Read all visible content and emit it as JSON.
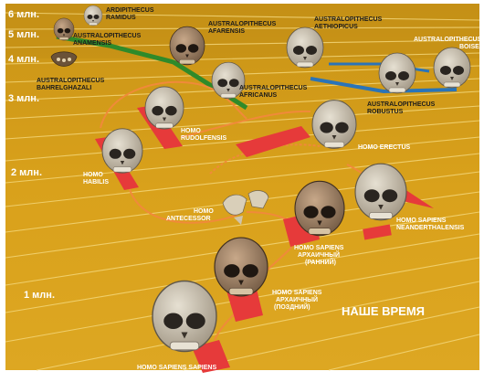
{
  "timeline": {
    "m6": "6 млн.",
    "m5": "5 млн.",
    "m4": "4 млн.",
    "m3": "3 млн.",
    "m2": "2 млн.",
    "m1": "1 млн.",
    "present": "НАШЕ ВРЕМЯ"
  },
  "species": {
    "ramidus": [
      "ARDIPITHECUS",
      "RAMIDUS"
    ],
    "anamensis": [
      "AUSTRALOPITHECUS",
      "ANAMENSIS"
    ],
    "bahrelghazali": [
      "AUSTRALOPITHECUS",
      "BAHRELGHAZALI"
    ],
    "afarensis": [
      "AUSTRALOPITHECUS",
      "AFARENSIS"
    ],
    "aethiopicus": [
      "AUSTRALOPITHECUS",
      "AETHIOPICUS"
    ],
    "boisei": [
      "AUSTRALOPITHECUS",
      "BOISEI"
    ],
    "africanus": [
      "AUSTRALOPITHECUS",
      "AFRICANUS"
    ],
    "robustus": [
      "AUSTRALOPITHECUS",
      "ROBUSTUS"
    ],
    "rudolfensis": [
      "HOMO",
      "RUDOLFENSIS"
    ],
    "erectus": [
      "HOMO ERECTUS"
    ],
    "habilis": [
      "HOMO",
      "HABILIS"
    ],
    "antecessor": [
      "HOMO",
      "ANTECESSOR"
    ],
    "archaic_early": [
      "HOMO SAPIENS",
      "АРХАИЧНЫЙ",
      "(РАННИЙ)"
    ],
    "neanderthalensis": [
      "HOMO SAPIENS",
      "NEANDERTHALENSIS"
    ],
    "archaic_late": [
      "HOMO SAPIENS",
      "АРХАИЧНЫЙ",
      "(ПОЗДНИЙ)"
    ],
    "sapiens": [
      "HOMO SAPIENS SAPIENS"
    ]
  },
  "colors": {
    "background": "#d8a11a",
    "line": "#f1d066",
    "red_marker": "#e63a3a",
    "green_branch": "#2f8a2a",
    "blue_branch": "#2a74b8",
    "skull": "#c9c2b4"
  }
}
